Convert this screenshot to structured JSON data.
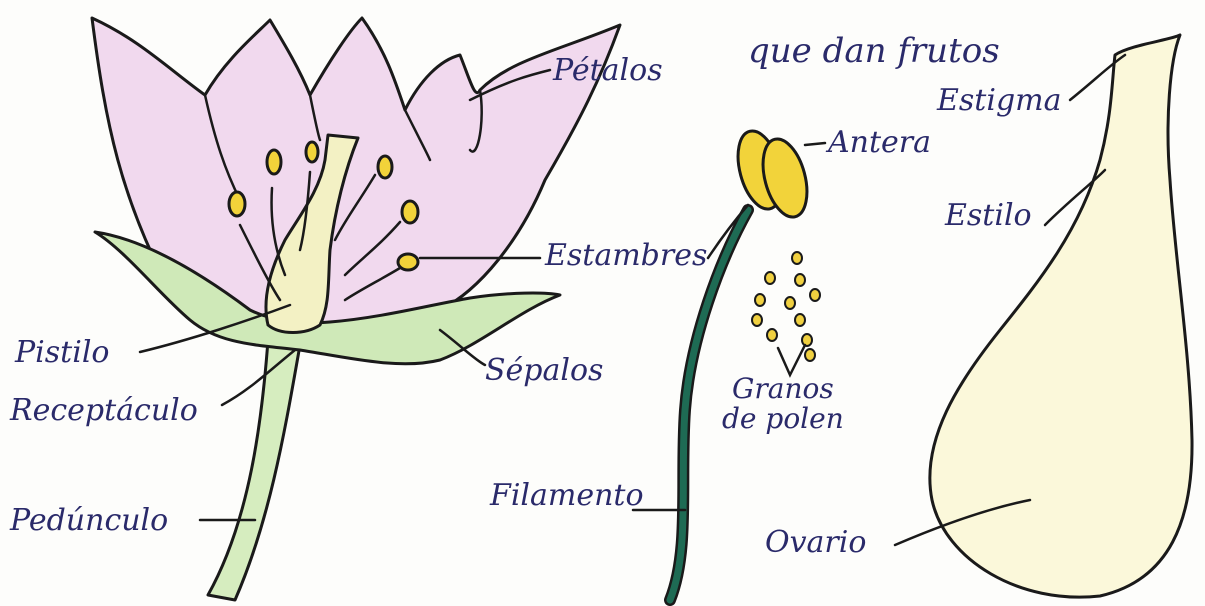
{
  "heading": "que dan frutos",
  "colors": {
    "petal": "#f1d9ee",
    "sepal": "#cfe9b8",
    "pistil": "#f3f1c4",
    "anther": "#f2d33a",
    "filament": "#1e6b54",
    "pollen": "#f0d040",
    "ovary": "#fbf8da",
    "ink": "#2a2a6a"
  },
  "labels": {
    "petalos": "Pétalos",
    "estambres": "Estambres",
    "pistilo": "Pistilo",
    "sepalos": "Sépalos",
    "receptaculo": "Receptáculo",
    "pedunculo": "Pedúnculo",
    "antera": "Antera",
    "granos_1": "Granos",
    "granos_2": "de polen",
    "filamento": "Filamento",
    "estigma": "Estigma",
    "estilo": "Estilo",
    "ovario": "Ovario"
  }
}
